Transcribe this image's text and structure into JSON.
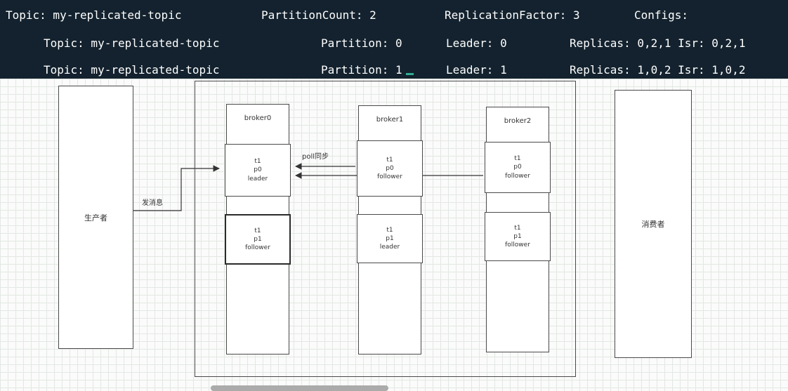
{
  "terminal": {
    "bg_color": "#13222e",
    "text_color": "#ffffff",
    "cursor_color": "#2fae95",
    "lines": [
      {
        "segments": [
          "Topic: my-replicated-topic",
          "PartitionCount: 2",
          "ReplicationFactor: 3",
          "Configs:"
        ]
      },
      {
        "segments": [
          "Topic: my-replicated-topic",
          "Partition: 0",
          "Leader: 0",
          "Replicas: 0,2,1 Isr: 0,2,1"
        ]
      },
      {
        "segments": [
          "Topic: my-replicated-topic",
          "Partition: 1",
          "Leader: 1",
          "Replicas: 1,0,2 Isr: 1,0,2"
        ]
      }
    ]
  },
  "diagram": {
    "producer": {
      "label": "生产者"
    },
    "consumer": {
      "label": "消费者"
    },
    "brokers": [
      {
        "name": "broker0",
        "partitions": [
          {
            "text": "t1\np0\nleader"
          },
          {
            "text": "t1\np1\nfollower"
          }
        ]
      },
      {
        "name": "broker1",
        "partitions": [
          {
            "text": "t1\np0\nfollower"
          },
          {
            "text": "t1\np1\nleader"
          }
        ]
      },
      {
        "name": "broker2",
        "partitions": [
          {
            "text": "t1\np0\nfollower"
          },
          {
            "text": "t1\np1\nfollower"
          }
        ]
      }
    ],
    "arrows": {
      "send_label": "发消息",
      "poll_label": "poll同步"
    }
  }
}
